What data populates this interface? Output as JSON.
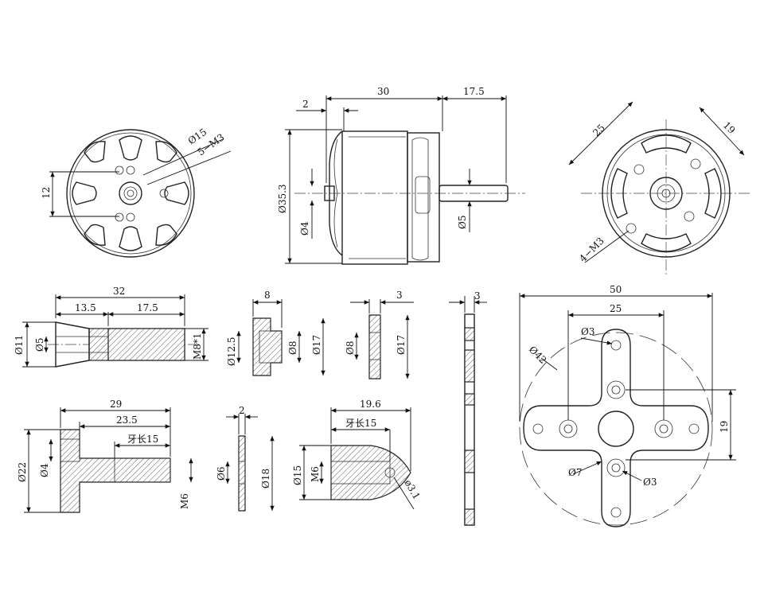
{
  "labels": {
    "front": {
      "d15": "Ø15",
      "m3": "5−M3",
      "h12": "12"
    },
    "side": {
      "a2": "2",
      "a30": "30",
      "a175": "17.5",
      "d353": "Ø35.3",
      "d4": "Ø4",
      "d5": "Ø5"
    },
    "back": {
      "a25": "25",
      "a19": "19",
      "m3": "4−M3"
    },
    "adapter": {
      "a32": "32",
      "a135": "13.5",
      "a175": "17.5",
      "d11": "Ø11",
      "d5": "Ø5",
      "m8": "M8*1"
    },
    "washerA": {
      "a8": "8",
      "d125": "Ø12.5",
      "d8": "Ø8",
      "d17": "Ø17"
    },
    "washerB": {
      "a3": "3",
      "d8": "Ø8",
      "d17": "Ø17"
    },
    "plate": {
      "a3": "3"
    },
    "mount": {
      "a50": "50",
      "a25": "25",
      "d3a": "Ø3",
      "d42": "Ø42",
      "d7": "Ø7",
      "d3b": "Ø3",
      "a19": "19"
    },
    "shaft": {
      "a29": "29",
      "a235": "23.5",
      "thread": "牙长15",
      "d22": "Ø22",
      "d4": "Ø4",
      "m6": "M6"
    },
    "washerC": {
      "a2": "2",
      "d6": "Ø6",
      "d18": "Ø18"
    },
    "spinner": {
      "a196": "19.6",
      "thread": "牙长15",
      "d15": "Ø15",
      "m6": "M6",
      "d31": "ø3.1"
    }
  }
}
